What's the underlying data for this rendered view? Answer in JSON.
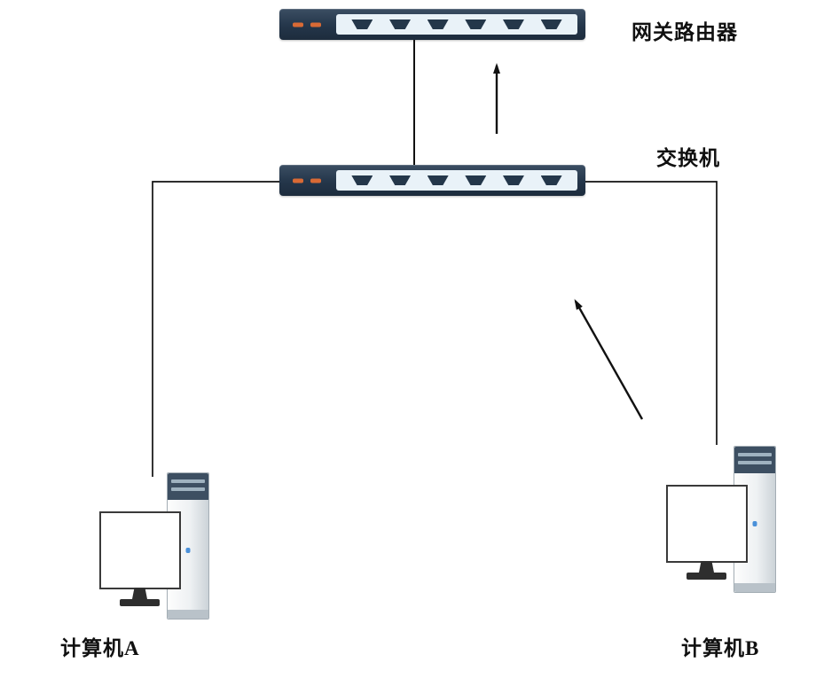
{
  "nodes": {
    "router": {
      "label": "网关路由器",
      "type": "router",
      "ports": 6
    },
    "switch": {
      "label": "交换机",
      "type": "switch",
      "ports": 6
    },
    "computer_a": {
      "label": "计算机A",
      "type": "computer"
    },
    "computer_b": {
      "label": "计算机B",
      "type": "computer"
    }
  },
  "connections": [
    {
      "from": "switch",
      "to": "router"
    },
    {
      "from": "computer_a",
      "to": "switch"
    },
    {
      "from": "computer_b",
      "to": "switch"
    }
  ],
  "arrows": [
    {
      "name": "uplink-arrow",
      "direction": "up",
      "meaning": "traffic from switch to gateway router"
    },
    {
      "name": "traffic-arrow",
      "direction": "up-left",
      "meaning": "traffic from computer B toward switch"
    }
  ],
  "colors": {
    "device_body": "#24374a",
    "device_panel": "#e9f2f8",
    "led": "#d96a35",
    "line": "#111111",
    "accent_dot": "#4a90d9"
  }
}
